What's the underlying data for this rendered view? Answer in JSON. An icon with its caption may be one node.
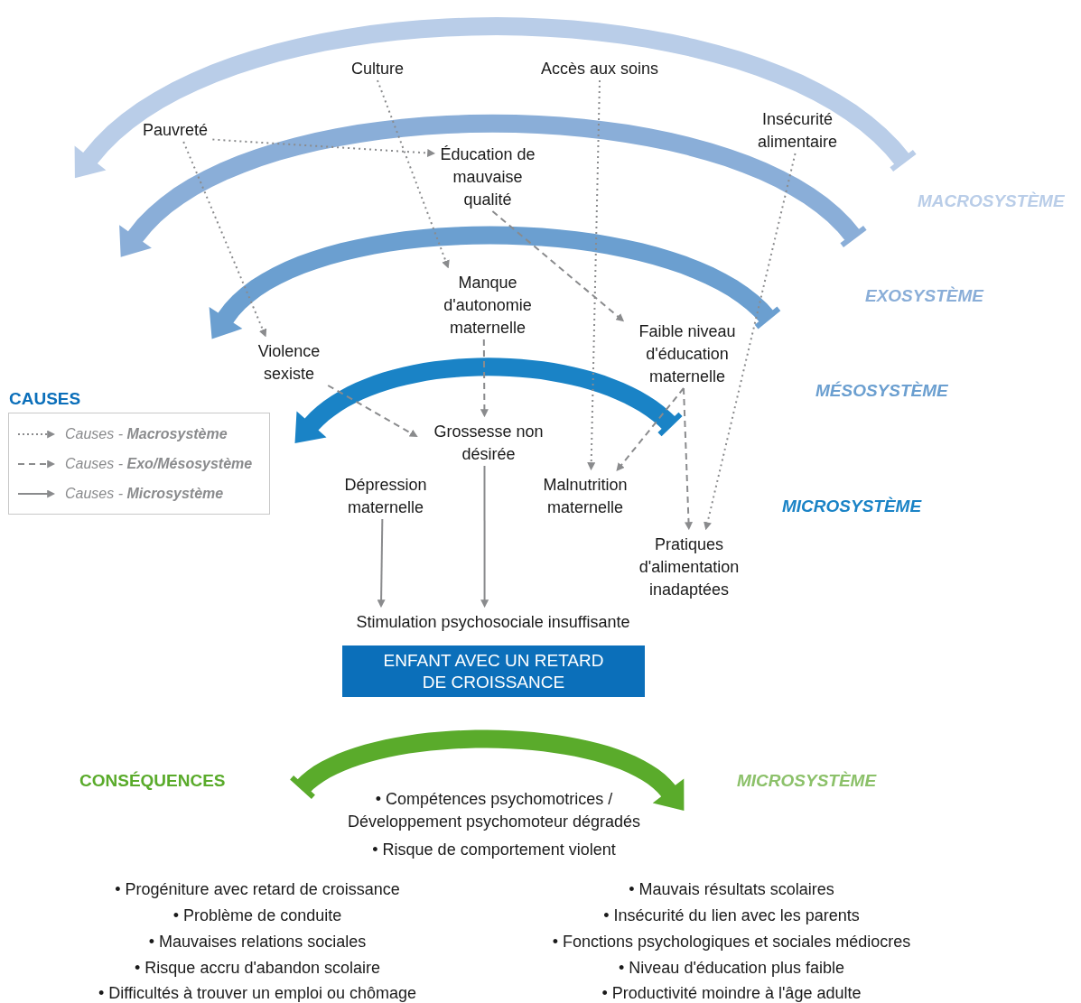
{
  "diagram": {
    "nodes": [
      {
        "text": [
          "Culture"
        ]
      },
      {
        "text": [
          "Accès aux soins"
        ]
      },
      {
        "text": [
          "Pauvreté"
        ]
      },
      {
        "text": [
          "Insécurité alimentaire"
        ]
      },
      {
        "text": [
          "Éducation de mauvaise qualité"
        ]
      },
      {
        "text": [
          "Manque d'autonomie maternelle"
        ]
      },
      {
        "text": [
          "Faible niveau d'éducation maternelle"
        ]
      },
      {
        "text": [
          "Violence sexiste"
        ]
      },
      {
        "text": [
          "Grossesse non désirée"
        ]
      },
      {
        "text": [
          "Dépression maternelle"
        ]
      },
      {
        "text": [
          "Malnutrition maternelle"
        ]
      },
      {
        "text": [
          "Pratiques d'alimentation inadaptées"
        ]
      },
      {
        "text": [
          "Stimulation psychosociale insuffisante"
        ]
      },
      {
        "text": [
          "ENFANT AVEC UN RETARD DE CROISSANCE"
        ]
      }
    ],
    "edges": [
      {
        "from": 2,
        "to": 4,
        "arrow": "to",
        "style": "dashed"
      },
      {
        "from": 2,
        "to": 7,
        "arrow": "to",
        "style": "dashed"
      },
      {
        "from": 0,
        "to": 5,
        "arrow": "to",
        "style": "dashed"
      },
      {
        "from": 1,
        "to": 10,
        "arrow": "to",
        "style": "dashed"
      },
      {
        "from": 3,
        "to": 11,
        "arrow": "to",
        "style": "dashed"
      },
      {
        "from": 4,
        "to": 6,
        "arrow": "to",
        "style": "dashed"
      },
      {
        "from": 5,
        "to": 8,
        "arrow": "to",
        "style": "dashed"
      },
      {
        "from": 7,
        "to": 8,
        "arrow": "to",
        "style": "dashed"
      },
      {
        "from": 6,
        "to": 10,
        "arrow": "to",
        "style": "dashed"
      },
      {
        "from": 6,
        "to": 11,
        "arrow": "to",
        "style": "dashed"
      },
      {
        "from": 9,
        "to": 12,
        "arrow": "to"
      },
      {
        "from": 8,
        "to": 12,
        "arrow": "to"
      }
    ],
    "labels": [
      "MACROSYSTÈME",
      "EXOSYSTÈME",
      "MÉSOSYSTÈME",
      "CAUSES",
      "MICROSYSTÈME",
      "CONSÉQUENCES",
      "MICROSYSTÈME",
      "• Compétences psychomotrices / Développement psychomoteur dégradés",
      "• Risque de comportement violent",
      "• Progéniture avec retard de croissance",
      "• Problème de conduite",
      "• Mauvaises relations sociales",
      "• Risque accru d'abandon scolaire",
      "• Difficultés à trouver un emploi ou chômage",
      "• Mauvais résultats scolaires",
      "• Insécurité du lien avec les parents",
      "• Fonctions psychologiques et sociales médiocres",
      "• Niveau d'éducation plus faible",
      "• Productivité moindre à l'âge adulte"
    ],
    "legend": [
      {
        "text": "Causes - **Macrosystème**"
      },
      {
        "text": "Causes - **Exo/Mésosystème**"
      },
      {
        "text": "Causes - **Microsystème**"
      }
    ]
  }
}
